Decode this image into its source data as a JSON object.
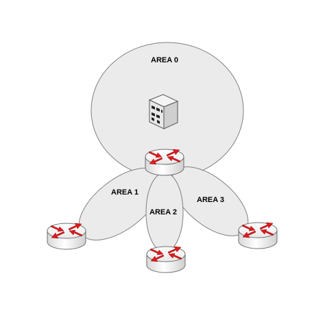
{
  "diagram": {
    "areas": [
      {
        "id": "area0",
        "label": "AREA 0"
      },
      {
        "id": "area1",
        "label": "AREA 1"
      },
      {
        "id": "area2",
        "label": "AREA 2"
      },
      {
        "id": "area3",
        "label": "AREA 3"
      }
    ],
    "nodes": [
      {
        "id": "server",
        "icon": "server-icon"
      },
      {
        "id": "abr-router",
        "icon": "router-icon"
      },
      {
        "id": "router-area1",
        "icon": "router-icon"
      },
      {
        "id": "router-area2",
        "icon": "router-icon"
      },
      {
        "id": "router-area3",
        "icon": "router-icon"
      }
    ],
    "colors": {
      "area_fill": "#ebebeb",
      "area_stroke": "#7f7f7f",
      "router_arrow": "#e0191b",
      "router_body": "#ffffff"
    }
  }
}
